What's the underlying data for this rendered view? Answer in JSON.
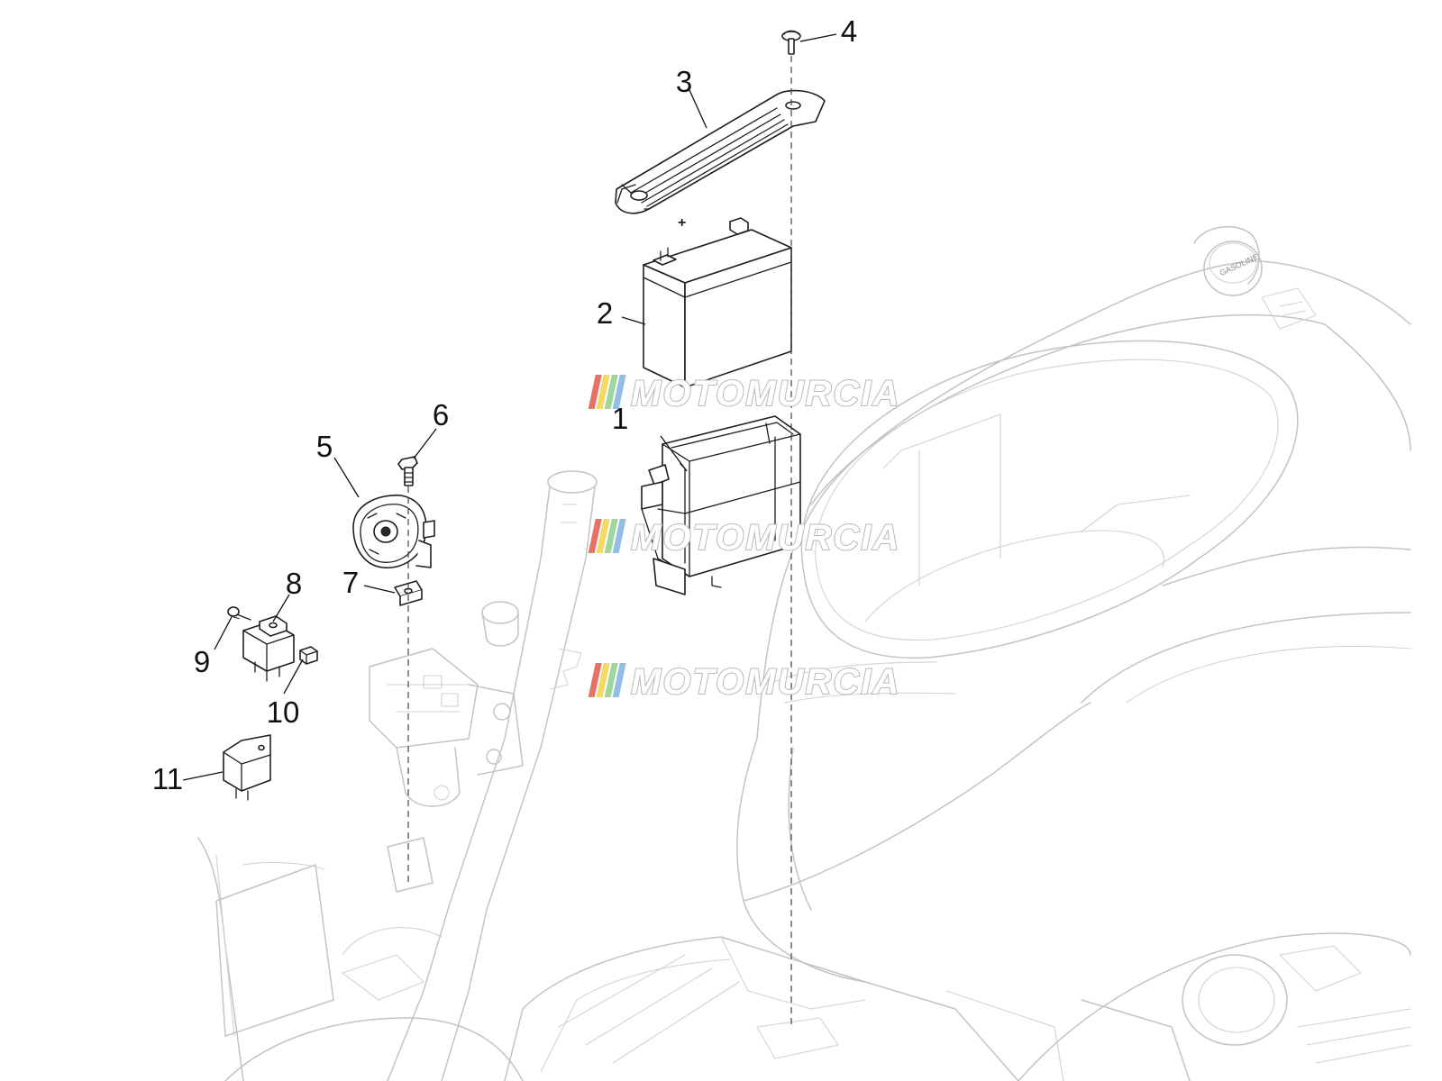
{
  "callouts": [
    {
      "number": "1",
      "part": "battery-tray"
    },
    {
      "number": "2",
      "part": "battery"
    },
    {
      "number": "3",
      "part": "battery-strap"
    },
    {
      "number": "4",
      "part": "screw"
    },
    {
      "number": "5",
      "part": "horn"
    },
    {
      "number": "6",
      "part": "bolt"
    },
    {
      "number": "7",
      "part": "clip-nut"
    },
    {
      "number": "8",
      "part": "relay"
    },
    {
      "number": "9",
      "part": "screw"
    },
    {
      "number": "10",
      "part": "connector"
    },
    {
      "number": "11",
      "part": "flasher-unit"
    }
  ],
  "labels": {
    "battery_terminal": "+",
    "fuel_cap": "GASOLINE"
  },
  "watermark": {
    "text": "MOTOMURCIA",
    "colors": [
      "#e25a4a",
      "#f2d24a",
      "#8fcf8a",
      "#7db3e0"
    ]
  }
}
